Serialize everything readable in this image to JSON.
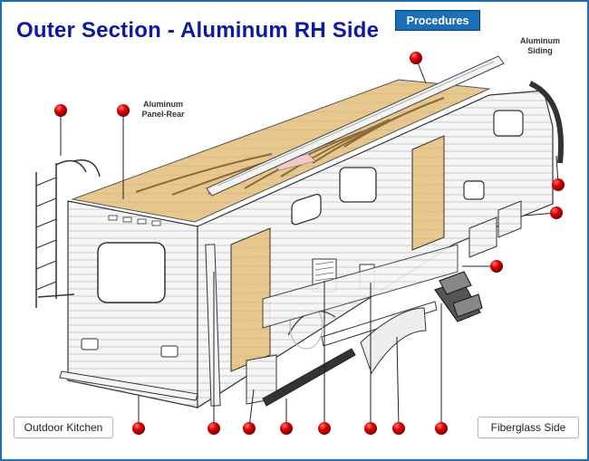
{
  "title": "Outer Section - Aluminum RH Side",
  "procedures_button": "Procedures",
  "labels": {
    "aluminum_siding": [
      "Aluminum",
      "Siding"
    ],
    "aluminum_panel_rear": [
      "Aluminum",
      "Panel-Rear"
    ]
  },
  "nav": {
    "left": "Outdoor Kitchen",
    "right": "Fiberglass Side"
  },
  "colors": {
    "title": "#0b1a9e",
    "button": "#1a6fb8",
    "hotspot": "#d40000",
    "frame": "#1d6fb5",
    "wood": "#e2c58c",
    "metal": "#f4f4f4"
  }
}
